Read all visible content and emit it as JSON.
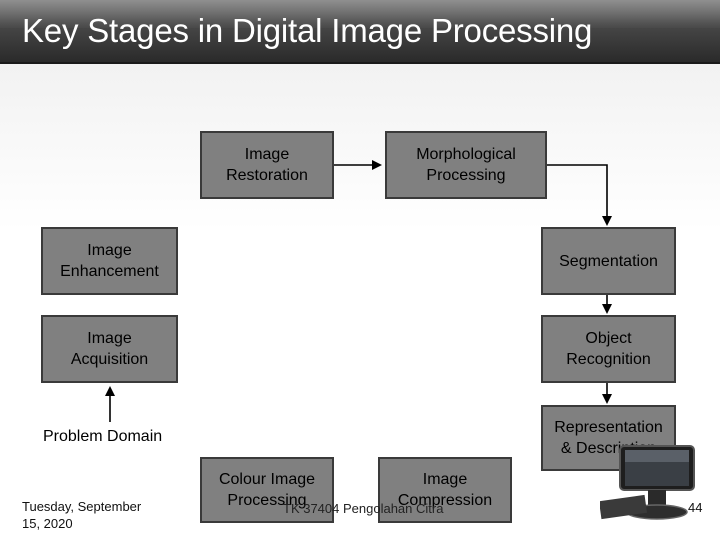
{
  "slide": {
    "title": "Key Stages in Digital Image Processing",
    "colors": {
      "box_fill": "#808080",
      "box_border": "#3a3a3a",
      "title_bar": "#3a3a3a",
      "title_text": "#ffffff"
    }
  },
  "stages": {
    "image_restoration": [
      "Image",
      "Restoration"
    ],
    "morphological_processing": [
      "Morphological",
      "Processing"
    ],
    "image_enhancement": [
      "Image",
      "Enhancement"
    ],
    "segmentation": [
      "Segmentation"
    ],
    "image_acquisition": [
      "Image",
      "Acquisition"
    ],
    "object_recognition": [
      "Object",
      "Recognition"
    ],
    "representation_description": [
      "Representation",
      "& Description"
    ],
    "colour_image_processing": [
      "Colour Image",
      "Processing"
    ],
    "image_compression": [
      "Image",
      "Compression"
    ]
  },
  "problem_domain": "Problem Domain",
  "footer": {
    "date_line1": "Tuesday, September",
    "date_line2": "15, 2020",
    "course": "TK 37404 Pengolahan Citra",
    "page_number": "44"
  },
  "icons": {
    "decoration": "computer-monitor-icon"
  }
}
